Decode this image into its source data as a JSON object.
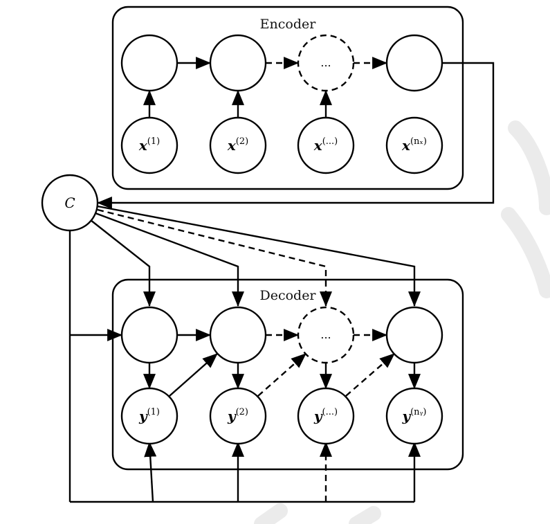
{
  "encoder": {
    "title": "Encoder",
    "hidden_ellipsis": "...",
    "inputs": [
      {
        "base": "x",
        "sup": "(1)"
      },
      {
        "base": "x",
        "sup": "(2)"
      },
      {
        "base": "x",
        "sup": "(...)"
      },
      {
        "base": "x",
        "sup": "(nₓ)"
      }
    ]
  },
  "context": {
    "label": "C"
  },
  "decoder": {
    "title": "Decoder",
    "hidden_ellipsis": "...",
    "outputs": [
      {
        "base": "y",
        "sup": "(1)"
      },
      {
        "base": "y",
        "sup": "(2)"
      },
      {
        "base": "y",
        "sup": "(...)"
      },
      {
        "base": "y",
        "sup": "(nᵧ)"
      }
    ]
  }
}
